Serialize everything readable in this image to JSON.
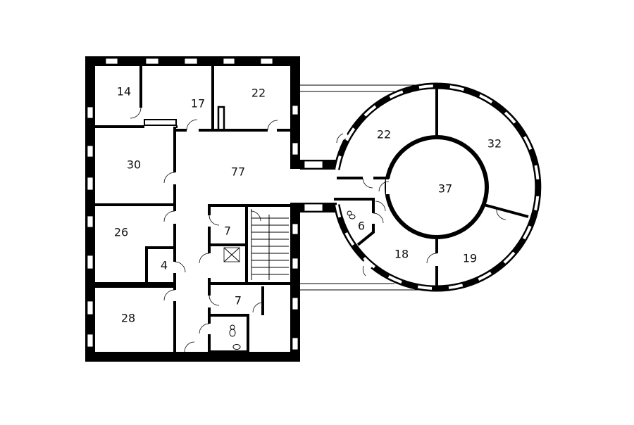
{
  "plan": {
    "colors": {
      "wall": "#000000",
      "background": "#ffffff"
    },
    "rooms": [
      {
        "id": "r14",
        "area": "14"
      },
      {
        "id": "r17",
        "area": "17"
      },
      {
        "id": "r22a",
        "area": "22"
      },
      {
        "id": "r30",
        "area": "30"
      },
      {
        "id": "r77",
        "area": "77"
      },
      {
        "id": "r26",
        "area": "26"
      },
      {
        "id": "r4",
        "area": "4"
      },
      {
        "id": "r7a",
        "area": "7"
      },
      {
        "id": "r7b",
        "area": "7"
      },
      {
        "id": "r28",
        "area": "28"
      },
      {
        "id": "r22b",
        "area": "22"
      },
      {
        "id": "r32",
        "area": "32"
      },
      {
        "id": "r37",
        "area": "37"
      },
      {
        "id": "r6",
        "area": "6"
      },
      {
        "id": "r18",
        "area": "18"
      },
      {
        "id": "r19",
        "area": "19"
      }
    ],
    "icons": [
      "elevator-icon",
      "stairs-icon",
      "toilet-icon",
      "door-icon"
    ]
  }
}
